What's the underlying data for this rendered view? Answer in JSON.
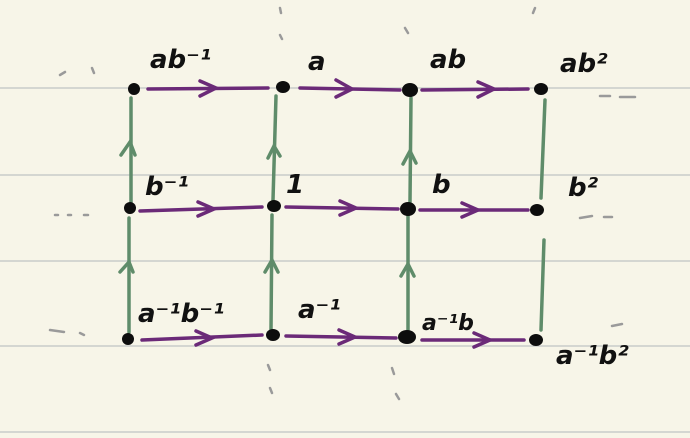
{
  "colors": {
    "paper": "#f7f5e8",
    "rule_line": "#c9cbc9",
    "horizontal_edge": "#6b2a78",
    "vertical_edge": "#5f8c6a",
    "vertex": "#0d0d0d",
    "scribble": "#9a9a9a"
  },
  "diagram": {
    "type": "cayley-graph-grid",
    "rows": 3,
    "columns": 4,
    "vertex_labels": {
      "top": [
        "ab⁻¹",
        "a",
        "ab",
        "ab²"
      ],
      "middle": [
        "b⁻¹",
        "1",
        "b",
        "b²"
      ],
      "bottom": [
        "a⁻¹b⁻¹",
        "a⁻¹",
        "a⁻¹b",
        "a⁻¹b²"
      ]
    },
    "edges": {
      "horizontal": {
        "direction": "right",
        "color_name": "purple"
      },
      "vertical": {
        "direction": "up",
        "color_name": "green"
      }
    }
  }
}
